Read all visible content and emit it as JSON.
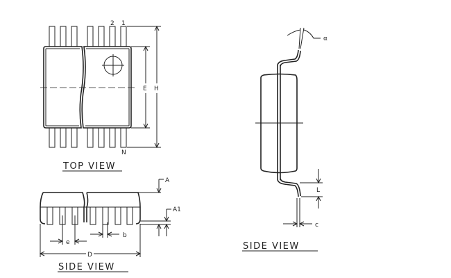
{
  "top_view": {
    "title": "TOP VIEW",
    "pin1": "1",
    "pin2": "2",
    "pinN": "N",
    "dim_E": "E",
    "dim_H": "H"
  },
  "side_view_front": {
    "title": "SIDE VIEW",
    "dim_A": "A",
    "dim_A1": "A1",
    "dim_e": "e",
    "dim_b": "b",
    "dim_D": "D"
  },
  "side_view_end": {
    "title": "SIDE VIEW",
    "dim_alpha": "α",
    "dim_L": "L",
    "dim_c": "c"
  }
}
